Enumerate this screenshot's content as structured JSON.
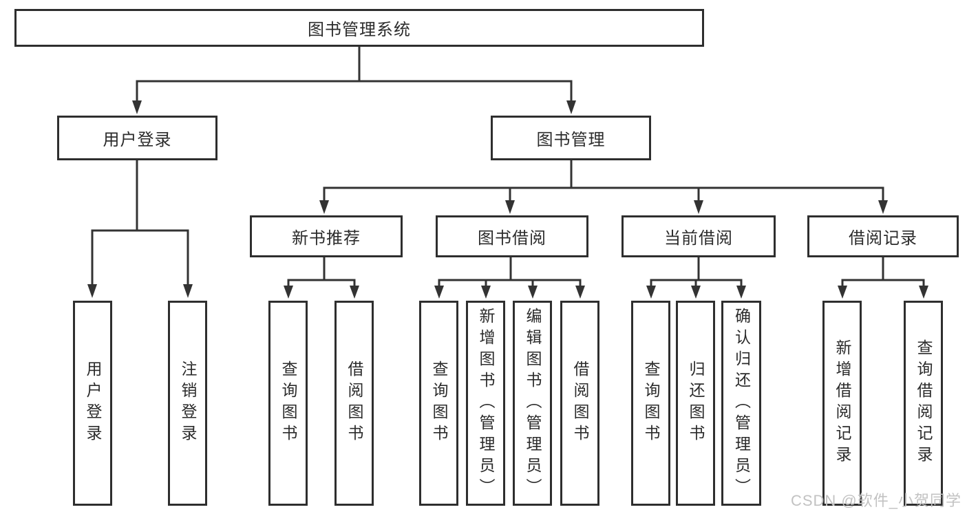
{
  "nodes": {
    "root": "图书管理系统",
    "user_login": "用户登录",
    "book_management": "图书管理",
    "new_book_recommend": "新书推荐",
    "book_borrowing": "图书借阅",
    "current_borrowing": "当前借阅",
    "borrowing_records": "借阅记录",
    "leaf_user_login": "用户登录",
    "leaf_logout": "注销登录",
    "leaf_query_books": "查询图书",
    "leaf_borrow_books": "借阅图书",
    "leaf_add_books_admin": "新增图书（管理员）",
    "leaf_edit_books_admin": "编辑图书（管理员）",
    "leaf_return_books": "归还图书",
    "leaf_confirm_return_admin": "确认归还（管理员）",
    "leaf_add_borrow_record": "新增借阅记录",
    "leaf_query_borrow_record": "查询借阅记录"
  },
  "watermark": "CSDN @软件_小贺同学",
  "colors": {
    "line": "#333333",
    "box_border": "#2e2e2e",
    "text": "#2b2b2b",
    "watermark": "#c2c2c2",
    "background": "#ffffff"
  }
}
